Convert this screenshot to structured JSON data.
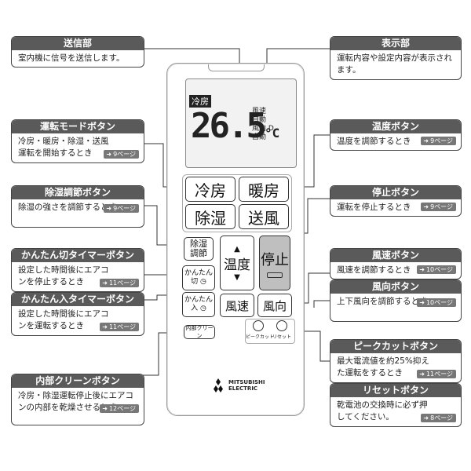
{
  "remote": {
    "lcd_mode": "冷房",
    "lcd_temp": "26.5",
    "lcd_unit": "°C",
    "lcd_info": [
      "風速",
      "自動",
      "自動",
      "風向 D",
      "自動"
    ],
    "buttons": {
      "cool": "冷房",
      "heat": "暖房",
      "dry": "除湿",
      "fan": "送風",
      "dehum_adjust": "除湿\n調節",
      "temp": "温度",
      "stop": "停止",
      "timer_off": "かんたん\n切",
      "timer_on": "かんたん\n入",
      "fan_speed": "風速",
      "fan_dir": "風向",
      "internal_clean": "内部クリーン",
      "peak_cut": "ピークカット",
      "reset": "リセット"
    },
    "brand": "MITSUBISHI\nELECTRIC"
  },
  "callouts": {
    "transmitter": {
      "title": "送信部",
      "text": "室内機に信号を送信します。",
      "page": ""
    },
    "display": {
      "title": "表示部",
      "text": "運転内容や設定内容が表示されます。",
      "page": ""
    },
    "mode": {
      "title": "運転モードボタン",
      "text": "冷房・暖房・除湿・送風運転を開始するとき",
      "page": "9ページ"
    },
    "temp": {
      "title": "温度ボタン",
      "text": "温度を調節するとき",
      "page": "9ページ"
    },
    "dehum": {
      "title": "除湿調節ボタン",
      "text": "除湿の強さを調節するとき",
      "page": "9ページ"
    },
    "stop": {
      "title": "停止ボタン",
      "text": "運転を停止するとき",
      "page": "9ページ"
    },
    "timer_off": {
      "title": "かんたん切タイマーボタン",
      "text": "設定した時間後にエアコンを停止するとき",
      "page": "11ページ"
    },
    "timer_on": {
      "title": "かんたん入タイマーボタン",
      "text": "設定した時間後にエアコンを運転するとき",
      "page": "11ページ"
    },
    "fan_speed": {
      "title": "風速ボタン",
      "text": "風速を調節するとき",
      "page": "10ページ"
    },
    "fan_dir": {
      "title": "風向ボタン",
      "text": "上下風向を調節するとき",
      "page": "10ページ"
    },
    "peak": {
      "title": "ピークカットボタン",
      "text": "最大電流値を約25%抑えた運転をするとき",
      "page": "11ページ"
    },
    "reset": {
      "title": "リセットボタン",
      "text": "乾電池の交換時に必ず押してください。",
      "page": "8ページ"
    },
    "clean": {
      "title": "内部クリーンボタン",
      "text": "冷房・除湿運転停止後にエアコンの内部を乾燥させるとき",
      "page": "12ページ"
    }
  }
}
